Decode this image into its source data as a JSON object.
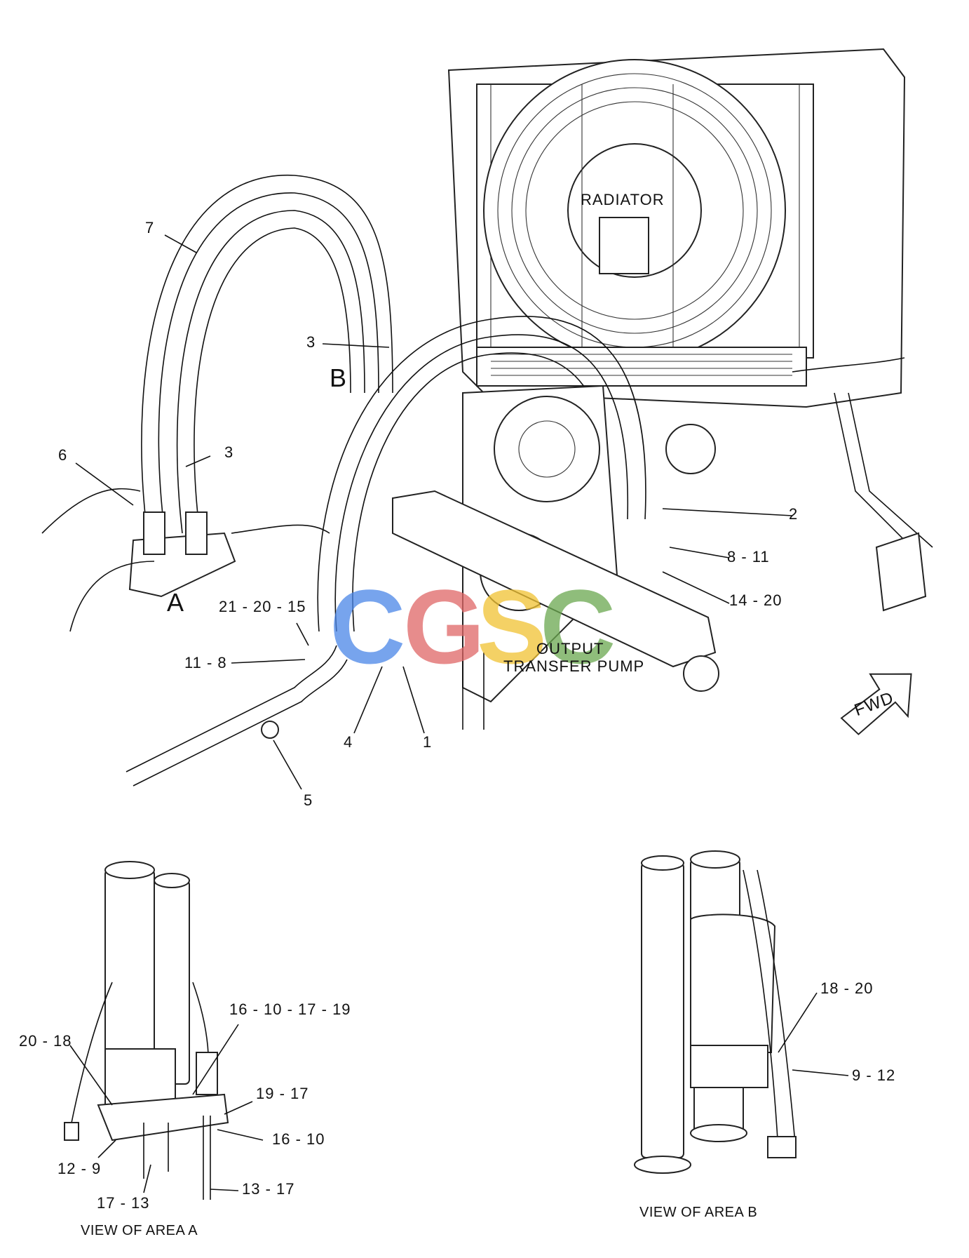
{
  "diagram": {
    "labels": {
      "radiator": "RADIATOR",
      "output_transfer_pump_1": "OUTPUT",
      "output_transfer_pump_2": "TRANSFER PUMP",
      "area_a": "A",
      "area_b": "B",
      "fwd": "FWD",
      "view_a": "VIEW OF AREA  A",
      "view_b": "VIEW OF AREA  B"
    },
    "callouts_main": [
      "7",
      "3",
      "3",
      "6",
      "2",
      "8 - 11",
      "14 - 20",
      "21 - 20 - 15",
      "11 - 8",
      "4",
      "1",
      "5"
    ],
    "callouts_view_a": [
      "16 - 10 - 17 - 19",
      "20 - 18",
      "19 - 17",
      "16 - 10",
      "12 - 9",
      "17 - 13",
      "13 - 17"
    ],
    "callouts_view_b": [
      "18 - 20",
      "9 - 12"
    ]
  },
  "watermark": {
    "letters": [
      "C",
      "G",
      "S",
      "C"
    ],
    "colors": [
      "#4a86e8",
      "#e06666",
      "#f1c232",
      "#6aa84f"
    ]
  }
}
